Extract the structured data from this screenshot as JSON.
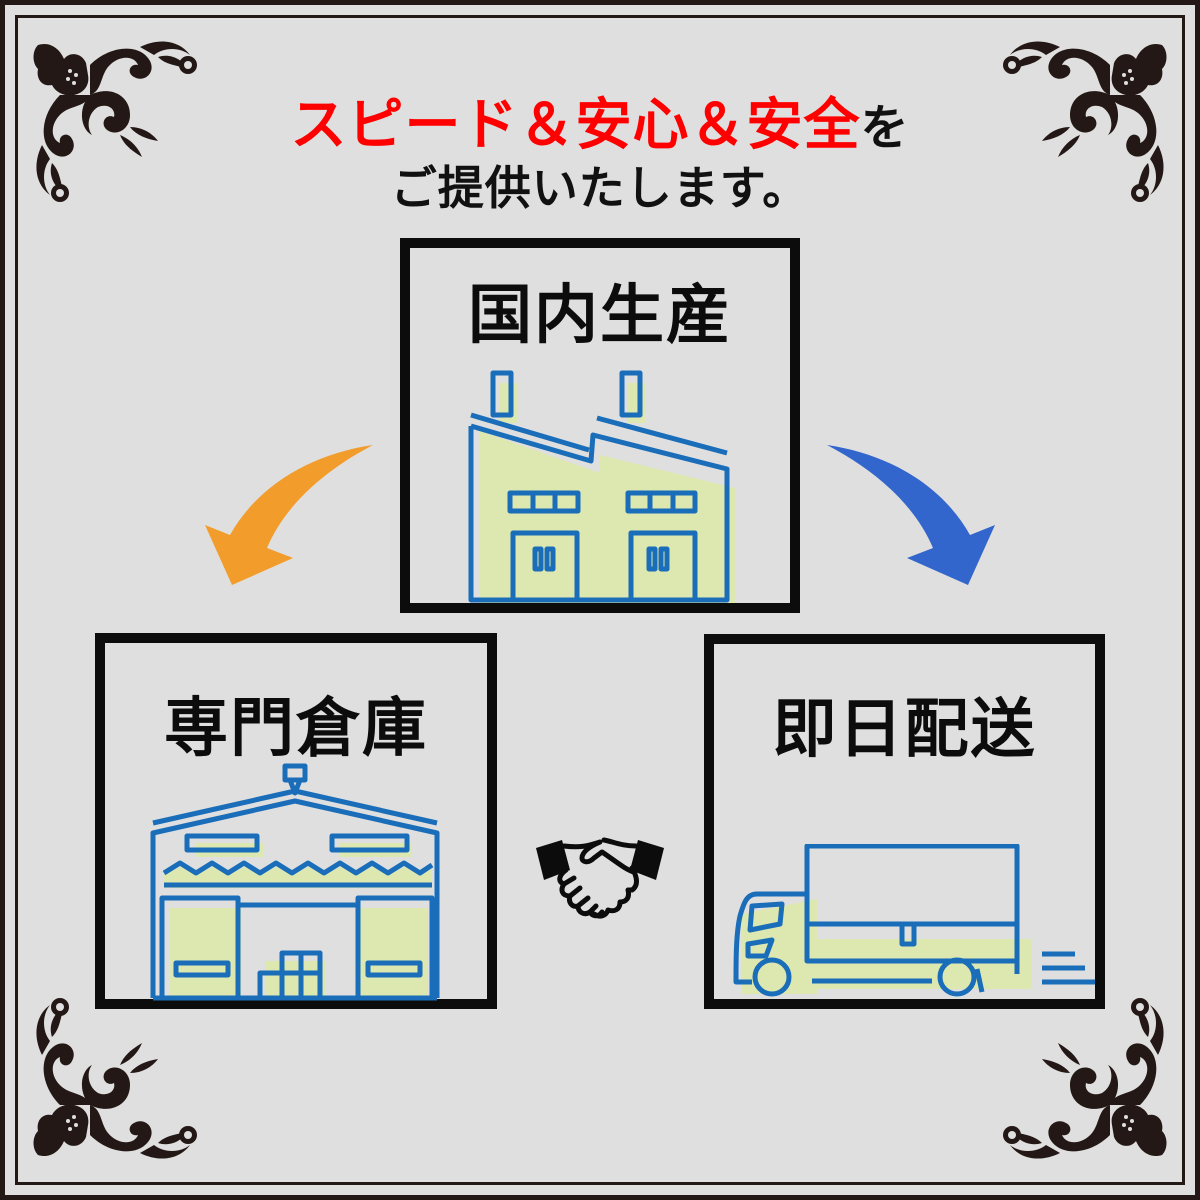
{
  "headline": {
    "line1_red_a": "スピード＆安心＆安全",
    "line1_black": "を",
    "line2": "ご提供いたします。"
  },
  "boxes": {
    "production": {
      "title": "国内生産",
      "icon": "factory-icon"
    },
    "warehouse": {
      "title": "専門倉庫",
      "icon": "warehouse-icon"
    },
    "delivery": {
      "title": "即日配送",
      "icon": "delivery-truck-icon"
    }
  },
  "center_icon": "handshake-icon",
  "arrows": [
    {
      "name": "arrow-to-warehouse",
      "color": "#f29c2b",
      "direction": "down-left"
    },
    {
      "name": "arrow-to-delivery",
      "color": "#3366cc",
      "direction": "down-right"
    }
  ],
  "colors": {
    "background": "#dfdfdf",
    "frame": "#231815",
    "headline_accent": "#ff0000",
    "icon_stroke": "#1a6db8",
    "icon_fill": "#dce8b0",
    "box_border": "#0c0c0c"
  }
}
